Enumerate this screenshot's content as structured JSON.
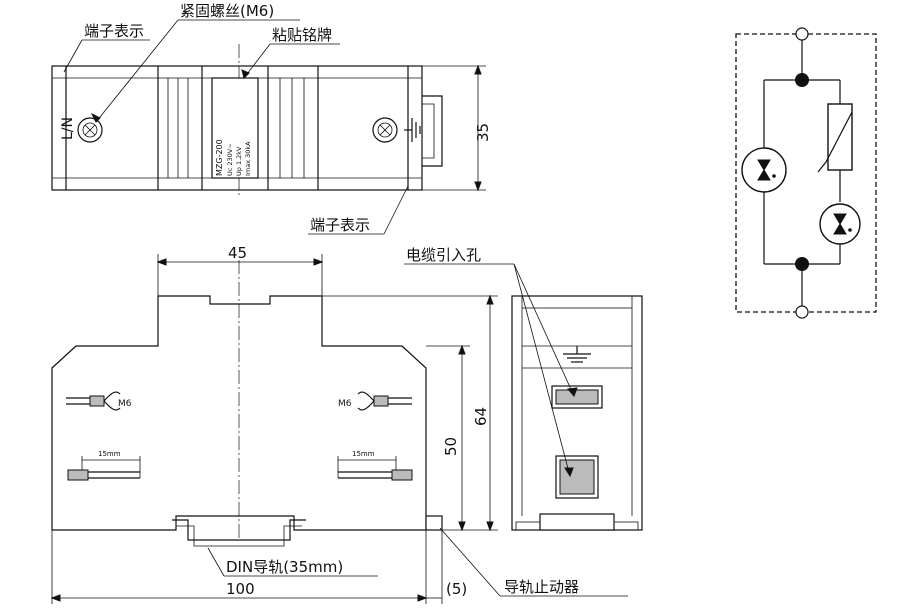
{
  "top_view": {
    "label_terminal_top": "端子表示",
    "label_fix_screw": "紧固螺丝(M6)",
    "label_nameplate": "粘贴铭牌",
    "label_terminal_bottom": "端子表示",
    "side_mark_left": "L/N",
    "dim_height": "35",
    "nameplate_model": "MZG-200",
    "nameplate_rating": "Uc 230V~",
    "nameplate_up": "Up 1.2kV",
    "nameplate_imax": "Imax 30kA"
  },
  "front_view": {
    "label_cable_hole": "电缆引入孔",
    "dim_top_width": "45",
    "dim_total_width": "100",
    "dim_offset": "(5)",
    "dim_inner_height": "50",
    "dim_total_height": "64",
    "label_din_rail": "DIN导轨(35mm)",
    "label_rail_stopper": "导轨止动器",
    "terminal_left": "M6",
    "terminal_right": "M6",
    "strip_left": "15mm",
    "strip_right": "15mm"
  }
}
